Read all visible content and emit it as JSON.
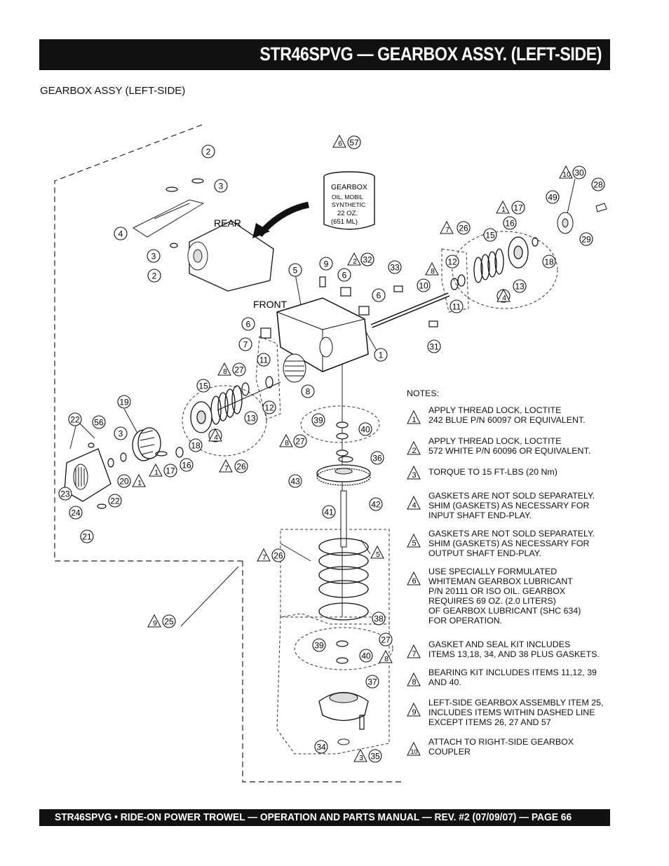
{
  "header": {
    "title": "STR46SPVG — GEARBOX ASSY.  (LEFT-SIDE)"
  },
  "subtitle": "GEARBOX  ASSY (LEFT-SIDE)",
  "footer": "STR46SPVG • RIDE-ON POWER TROWEL — OPERATION AND PARTS MANUAL — REV. #2 (07/09/07) — PAGE 66",
  "diagram": {
    "labels": {
      "rear": "REAR",
      "front": "FRONT"
    },
    "can_label": [
      "GEARBOX",
      "OIL, MOBIL",
      "SYNTHETIC",
      "22 OZ.",
      "(651 ML)"
    ],
    "callouts": [
      "1",
      "2",
      "3",
      "4",
      "5",
      "6",
      "7",
      "8",
      "9",
      "10",
      "11",
      "12",
      "13",
      "15",
      "16",
      "17",
      "18",
      "19",
      "20",
      "21",
      "22",
      "23",
      "24",
      "25",
      "26",
      "27",
      "28",
      "29",
      "30",
      "31",
      "32",
      "33",
      "34",
      "35",
      "36",
      "37",
      "38",
      "39",
      "40",
      "41",
      "42",
      "43",
      "49",
      "56",
      "57"
    ]
  },
  "notes": {
    "heading": "NOTES:",
    "items": [
      {
        "num": "1",
        "text": "APPLY THREAD LOCK, LOCTITE\n242 BLUE P/N 60097 OR EQUIVALENT."
      },
      {
        "num": "2",
        "text": "APPLY THREAD LOCK, LOCTITE\n572 WHITE P/N 60096 OR EQUIVALENT."
      },
      {
        "num": "3",
        "text": "TORQUE TO  15 FT-LBS (20 Nm)"
      },
      {
        "num": "4",
        "text": "GASKETS ARE NOT SOLD SEPARATELY.\nSHIM (GASKETS) AS NECESSARY FOR\nINPUT SHAFT END-PLAY."
      },
      {
        "num": "5",
        "text": "GASKETS ARE NOT SOLD SEPARATELY.\nSHIM (GASKETS) AS NECESSARY FOR\nOUTPUT SHAFT END-PLAY."
      },
      {
        "num": "6",
        "text": "USE SPECIALLY FORMULATED\nWHITEMAN GEARBOX LUBRICANT\nP/N 20111 OR ISO OIL. GEARBOX\nREQUIRES 69 OZ. (2.0 LITERS)\nOF GEARBOX LUBRICANT (SHC 634)\nFOR OPERATION."
      },
      {
        "num": "7",
        "text": "GASKET AND SEAL KIT INCLUDES\nITEMS 13,18, 34, AND 38  PLUS GASKETS."
      },
      {
        "num": "8",
        "text": "BEARING KIT INCLUDES ITEMS 11,12, 39\nAND 40."
      },
      {
        "num": "9",
        "text": "LEFT-SIDE GEARBOX ASSEMBLY ITEM 25,\nINCLUDES ITEMS WITHIN DASHED LINE\nEXCEPT ITEMS 26, 27 AND 57"
      },
      {
        "num": "10",
        "text": "ATTACH TO RIGHT-SIDE GEARBOX\nCOUPLER"
      }
    ]
  }
}
